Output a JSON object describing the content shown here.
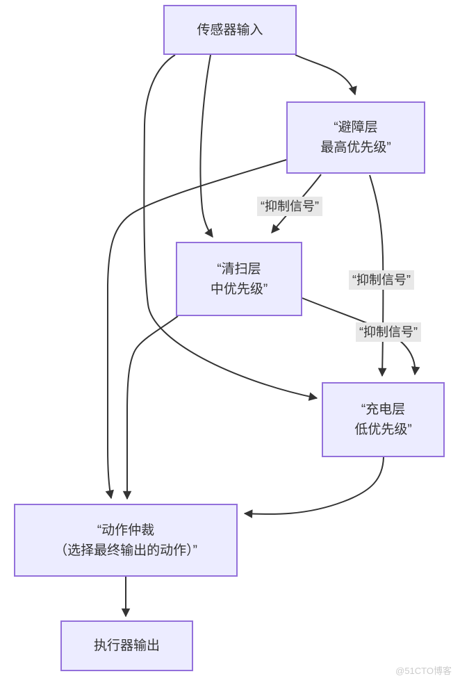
{
  "colors": {
    "node_fill": "#ECECFF",
    "node_border": "#9370DB",
    "edge_line": "#333333",
    "edge_label_bg": "#e8e8e8",
    "text": "#333333",
    "watermark": "#cbcbcb"
  },
  "nodes": {
    "sensor": {
      "lines": [
        "传感器输入"
      ]
    },
    "avoidance": {
      "lines": [
        "“避障层",
        "最高优先级”"
      ]
    },
    "sweep": {
      "lines": [
        "“清扫层",
        "中优先级”"
      ]
    },
    "charge": {
      "lines": [
        "“充电层",
        "低优先级”"
      ]
    },
    "arbiter": {
      "lines": [
        "“动作仲裁",
        "（选择最终输出的动作）”"
      ]
    },
    "actuator": {
      "lines": [
        "执行器输出"
      ]
    }
  },
  "edge_labels": {
    "avoidance_to_sweep": "“抑制信号”",
    "avoidance_to_charge": "“抑制信号”",
    "sweep_to_charge": "“抑制信号”"
  },
  "edges": [
    {
      "from": "传感器输入",
      "to": "避障层 最高优先级",
      "label": ""
    },
    {
      "from": "传感器输入",
      "to": "清扫层 中优先级",
      "label": ""
    },
    {
      "from": "传感器输入",
      "to": "充电层 低优先级",
      "label": ""
    },
    {
      "from": "避障层 最高优先级",
      "to": "清扫层 中优先级",
      "label": "“抑制信号”"
    },
    {
      "from": "避障层 最高优先级",
      "to": "充电层 低优先级",
      "label": "“抑制信号”"
    },
    {
      "from": "清扫层 中优先级",
      "to": "充电层 低优先级",
      "label": "“抑制信号”"
    },
    {
      "from": "避障层 最高优先级",
      "to": "动作仲裁",
      "label": ""
    },
    {
      "from": "清扫层 中优先级",
      "to": "动作仲裁",
      "label": ""
    },
    {
      "from": "充电层 低优先级",
      "to": "动作仲裁",
      "label": ""
    },
    {
      "from": "动作仲裁",
      "to": "执行器输出",
      "label": ""
    }
  ],
  "watermark": "@51CTO博客"
}
